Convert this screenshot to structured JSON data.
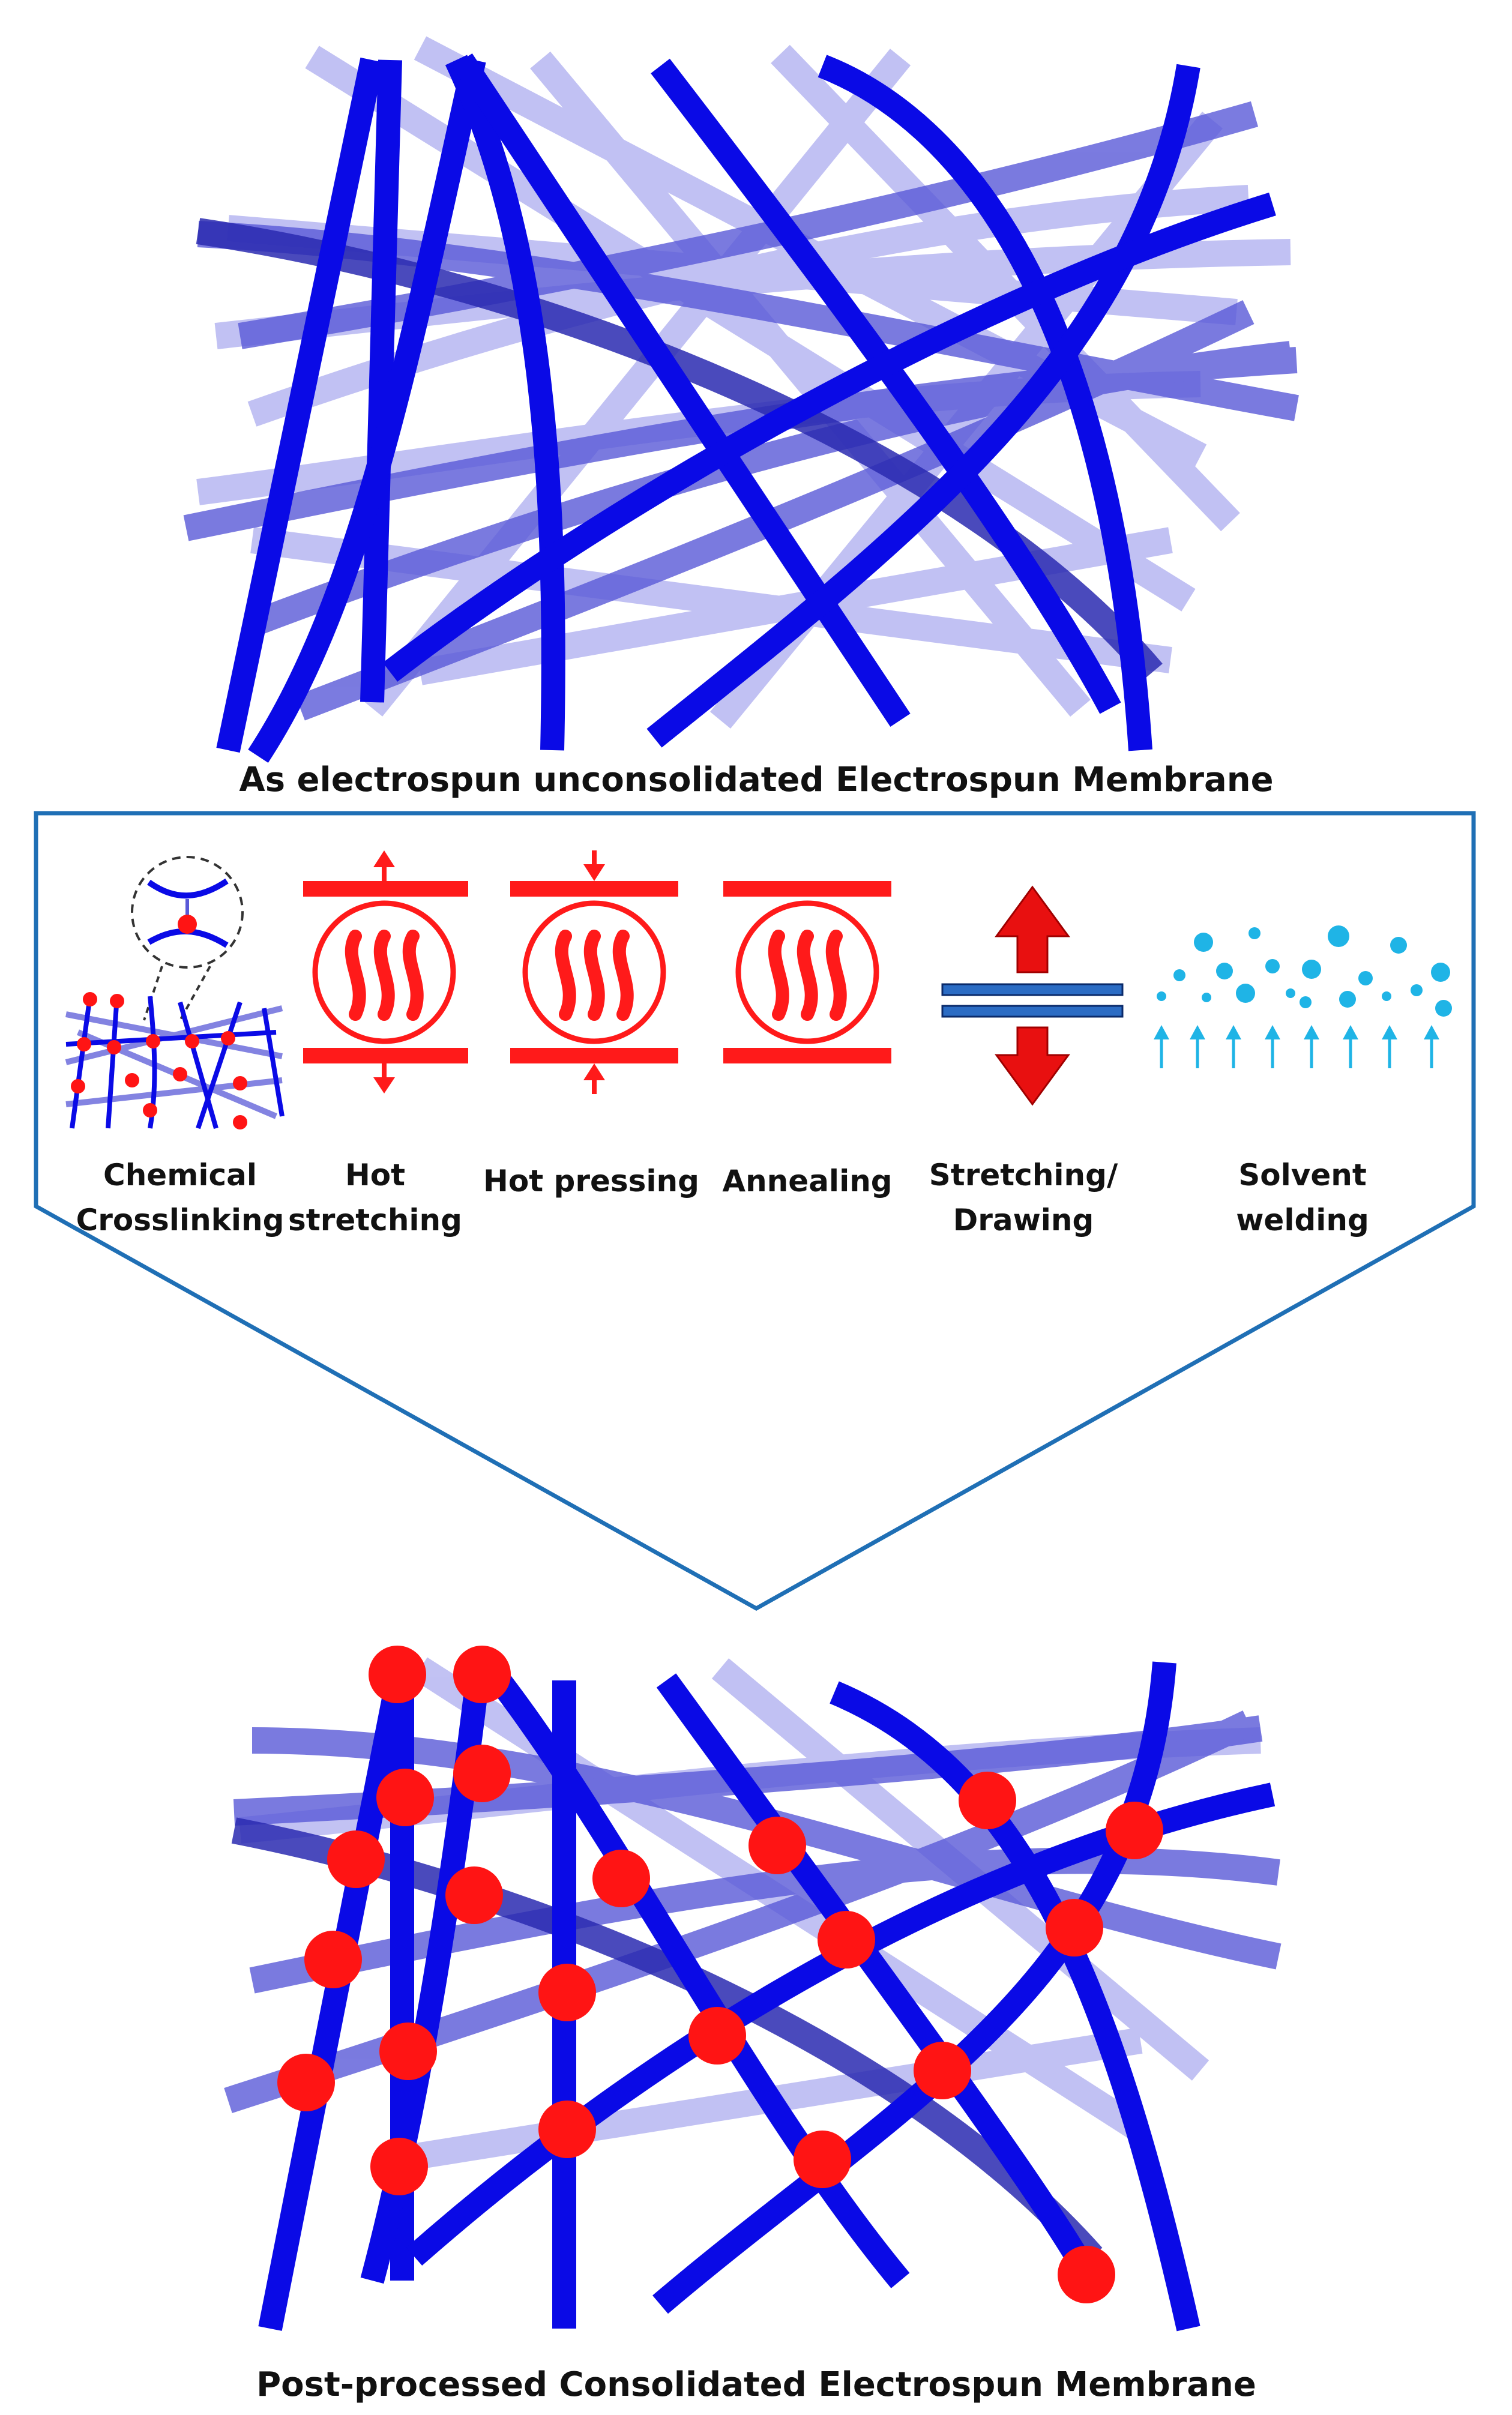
{
  "top_caption": "As electrospun unconsolidated Electrospun Membrane",
  "bottom_caption": "Post-processed Consolidated Electrospun Membrane",
  "methods": [
    {
      "line1": "Chemical",
      "line2": "Crosslinking",
      "icon": "crosslinking-icon"
    },
    {
      "line1": "Hot",
      "line2": "stretching",
      "icon": "hot-stretching-icon"
    },
    {
      "line1": "Hot pressing",
      "line2": "",
      "icon": "hot-pressing-icon"
    },
    {
      "line1": "Annealing",
      "line2": "",
      "icon": "annealing-icon"
    },
    {
      "line1": "Stretching/",
      "line2": "Drawing",
      "icon": "stretching-drawing-icon"
    },
    {
      "line1": "Solvent",
      "line2": "welding",
      "icon": "solvent-welding-icon"
    }
  ],
  "colors": {
    "fiber": "#0a0ae6",
    "fiber_faded": "#5a5ad8",
    "fiber_light": "#a8a8ee",
    "heat": "#ff1a1a",
    "panel_border": "#1f6fb5",
    "stretch_bar": "#2b6cc4",
    "solvent": "#1fb4e6",
    "node": "#ff1414"
  }
}
